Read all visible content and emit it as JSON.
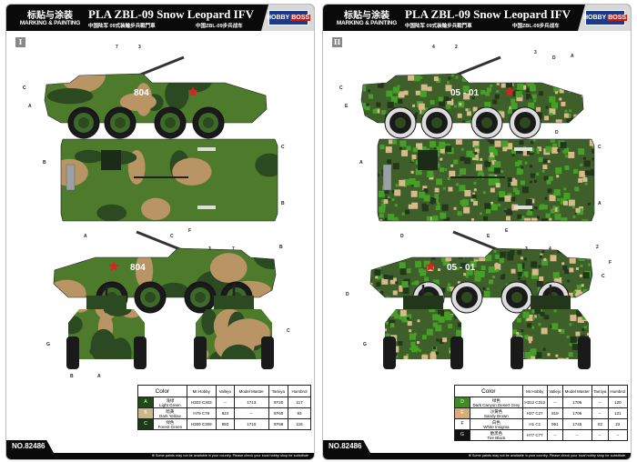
{
  "header": {
    "title_cn": "标贴与涂装",
    "title_en": "MARKING & PAINTING",
    "title": "PLA ZBL-09 Snow Leopard IFV",
    "subtitle_cn_1": "中国陆军 09式装輪步兵戰鬥車",
    "subtitle_cn_2": "中国ZBL-09步兵战车",
    "brand_a": "HOBBY",
    "brand_b": "BOSS"
  },
  "product_no": "NO.82486",
  "footnote": "※ Some paints may not be available in your country. Please check your local hobby shop for substitute",
  "table_headers": [
    "Color",
    "Mr.Hobby",
    "Vallejo",
    "Model Master",
    "Tamiya",
    "Humbrol"
  ],
  "panels": [
    {
      "roman": "I",
      "hull_number": "804",
      "scheme": "woodland",
      "colors": {
        "A": "#4e7a2c",
        "B": "#b99566",
        "C": "#2c4a22"
      },
      "callouts": {
        "side1": [
          "C",
          "A",
          "7",
          "3"
        ],
        "top": [
          "B",
          "C",
          "B",
          "F"
        ],
        "side2": [
          "A",
          "C",
          "3",
          "7",
          "B"
        ],
        "front": [
          "G",
          "B",
          "A"
        ],
        "rear": [
          "C"
        ]
      },
      "paints": [
        {
          "code": "A",
          "color": "#1f4a14",
          "name_cn": "浅绿",
          "name": "Light Green",
          "mr_hobby": "H303 C303",
          "vallejo": "--",
          "model_master": "1713",
          "tamiya": "XF20",
          "humbrol": "117"
        },
        {
          "code": "B",
          "color": "#c9b98a",
          "name_cn": "暗黄",
          "name": "Dark Yellow",
          "mr_hobby": "H79 C79",
          "vallejo": "824",
          "model_master": "--",
          "tamiya": "XF60",
          "humbrol": "93"
        },
        {
          "code": "C",
          "color": "#1c3a14",
          "name_cn": "绿色",
          "name": "Forest Green",
          "mr_hobby": "H309 C309",
          "vallejo": "893",
          "model_master": "1710",
          "tamiya": "XF58",
          "humbrol": "116"
        }
      ]
    },
    {
      "roman": "II",
      "hull_number": "05 - 01",
      "scheme": "digital",
      "colors": {
        "D": "#46a028",
        "E": "#d8b98a",
        "F": "#f4f4f4",
        "A": "#3e5e2a",
        "C": "#22361c"
      },
      "callouts": {
        "side1": [
          "C",
          "E",
          "4",
          "2",
          "3",
          "D",
          "A",
          "F",
          "D"
        ],
        "top": [
          "A",
          "C",
          "A",
          "E"
        ],
        "side2": [
          "D",
          "E",
          "3",
          "4",
          "2",
          "F",
          "C",
          "D"
        ],
        "front": [
          "G"
        ],
        "rear": []
      },
      "paints": [
        {
          "code": "D",
          "color": "#3d8c1f",
          "name_cn": "绿色",
          "name": "Dark Canyon Desert Grey",
          "mr_hobby": "H312 C312",
          "vallejo": "--",
          "model_master": "1706",
          "tamiya": "--",
          "humbrol": "120"
        },
        {
          "code": "E",
          "color": "#d6ac78",
          "name_cn": "沙黄色",
          "name": "Sandy Brown",
          "mr_hobby": "H27 C27",
          "vallejo": "819",
          "model_master": "1706",
          "tamiya": "--",
          "humbrol": "121"
        },
        {
          "code": "F",
          "color": "#ffffff",
          "name_cn": "白色",
          "name": "White Insignia",
          "mr_hobby": "H1 C1",
          "vallejo": "951",
          "model_master": "1745",
          "tamiya": "X2",
          "humbrol": "22"
        },
        {
          "code": "G",
          "color": "#111111",
          "name_cn": "胎黑色",
          "name": "Tire Black",
          "mr_hobby": "H77 C77",
          "vallejo": "--",
          "model_master": "--",
          "tamiya": "--",
          "humbrol": "--"
        }
      ]
    }
  ]
}
